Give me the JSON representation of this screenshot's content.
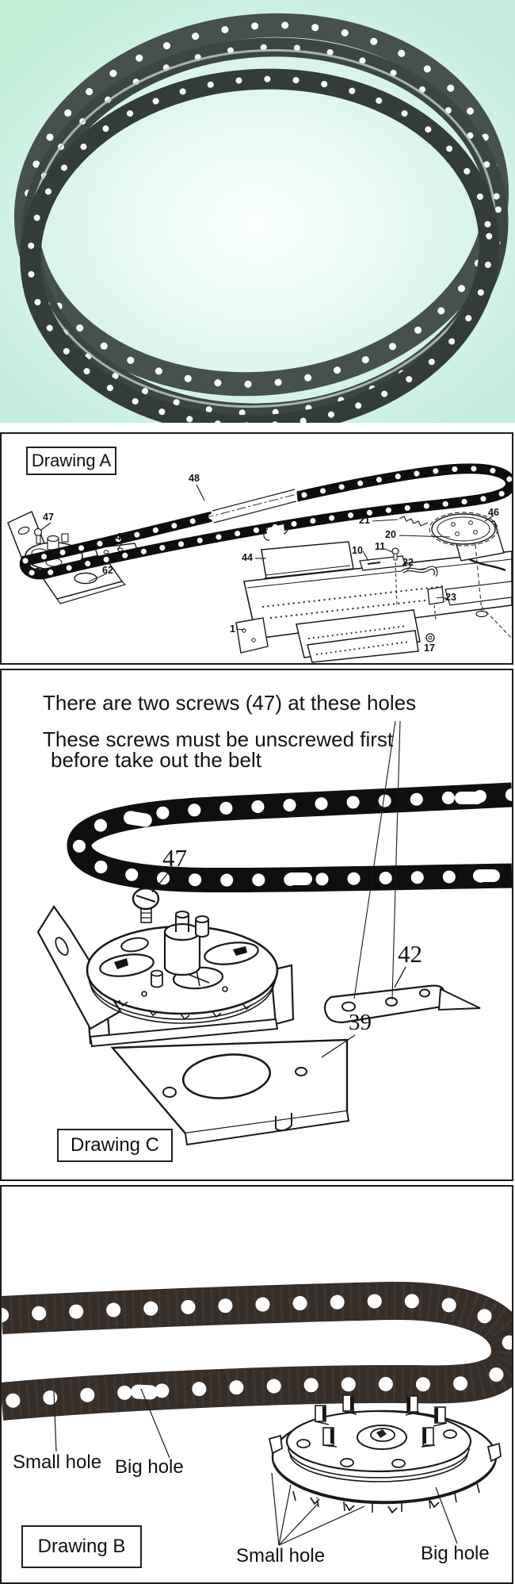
{
  "photo": {
    "subject": "Coiled perforated metal timing belt on pale cyan background",
    "background_color": "#d9f3ea",
    "belt_color": "#3c4641"
  },
  "panels": {
    "a": {
      "title": "Drawing A",
      "parts": [
        "48",
        "47",
        "42",
        "62",
        "44",
        "1",
        "21",
        "20",
        "11",
        "10",
        "22",
        "23",
        "46",
        "17"
      ]
    },
    "c": {
      "title": "Drawing C",
      "note_line1": "There are two screws (47) at these holes",
      "note_line2": "These screws must be unscrewed first",
      "note_line3": "before take out the belt",
      "parts": [
        "47",
        "42",
        "39"
      ]
    },
    "b": {
      "title": "Drawing B",
      "labels": {
        "belt_small": "Small hole",
        "belt_big": "Big hole",
        "gear_small": "Small hole",
        "gear_big": "Big hole"
      }
    }
  }
}
